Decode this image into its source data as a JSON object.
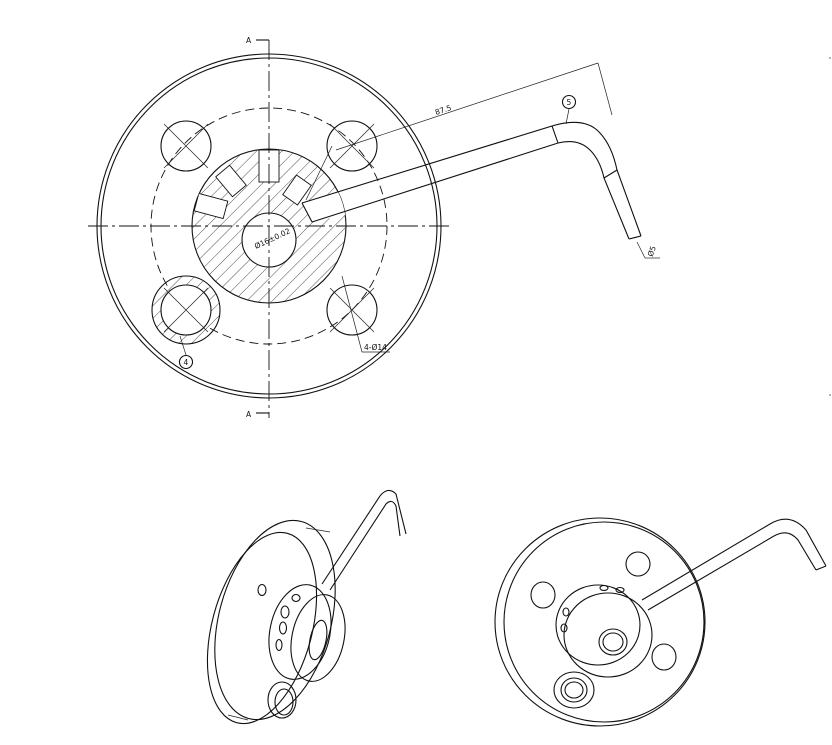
{
  "drawing": {
    "section_labels": [
      "A",
      "A"
    ],
    "dimensions": {
      "length": "87.5",
      "bore": "Ø16±0.02",
      "holes": "4-Ø14",
      "rod": "Ø5"
    },
    "balloons": [
      "5",
      "4"
    ]
  }
}
